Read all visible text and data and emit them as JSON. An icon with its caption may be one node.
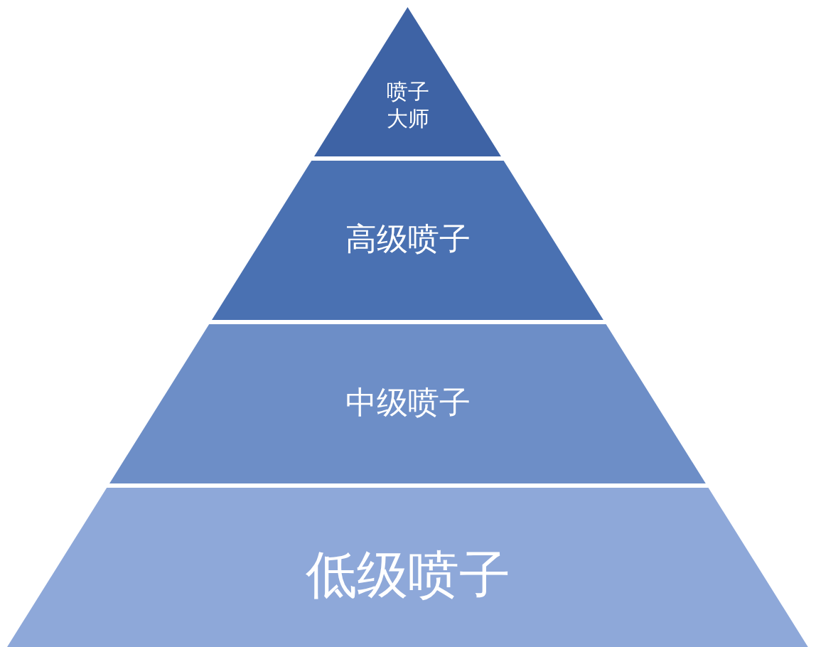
{
  "diagram": {
    "nodes": [
      {
        "text": [
          "喷子大师"
        ]
      },
      {
        "text": [
          "高级喷子"
        ]
      },
      {
        "text": [
          "中级喷子"
        ]
      },
      {
        "text": [
          "低级喷子"
        ]
      }
    ]
  }
}
